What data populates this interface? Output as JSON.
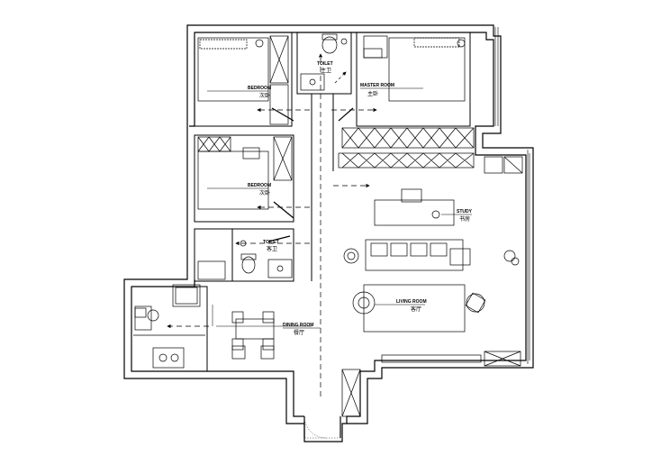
{
  "rooms": {
    "bedroom_top": {
      "en": "BEDROOM",
      "zh": "次卧"
    },
    "toilet_top": {
      "en": "TOILET",
      "zh": "主卫"
    },
    "master_room": {
      "en": "MASTER ROOM",
      "zh": "主卧"
    },
    "bedroom_mid": {
      "en": "BEDROOM",
      "zh": "次卧"
    },
    "toilet_mid": {
      "en": "TOILET",
      "zh": "客卫"
    },
    "study": {
      "en": "STUDY",
      "zh": "书房"
    },
    "living_room": {
      "en": "LIVING ROOM",
      "zh": "客厅"
    },
    "dining_room": {
      "en": "DINING ROOM",
      "zh": "餐厅"
    }
  }
}
